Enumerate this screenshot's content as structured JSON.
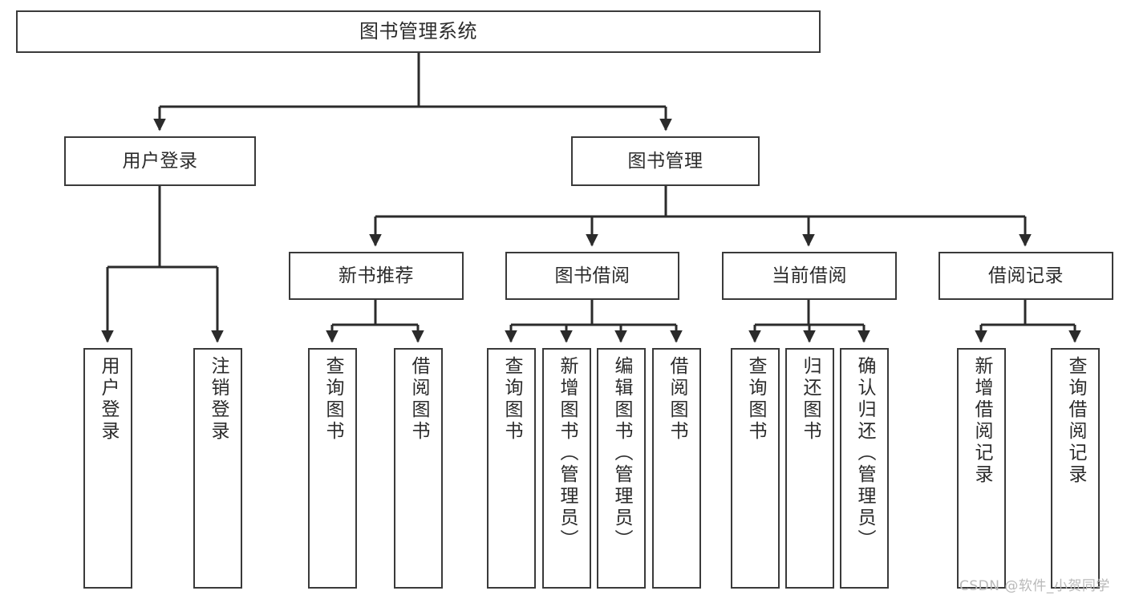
{
  "diagram": {
    "type": "tree-hierarchy-flowchart",
    "title": "图书管理系统",
    "watermark": "CSDN @软件_小贺同学",
    "colors": {
      "box_border": "#3a3a3a",
      "box_fill": "#ffffff",
      "text": "#2b2b2b",
      "edge": "#2b2b2b",
      "watermark": "#b9b9b9",
      "background": "#ffffff"
    },
    "levels": {
      "level1": [
        "图书管理系统"
      ],
      "level2": [
        "用户登录",
        "图书管理"
      ],
      "level3": [
        "新书推荐",
        "图书借阅",
        "当前借阅",
        "借阅记录"
      ],
      "level4": [
        "用户登录",
        "注销登录",
        "查询图书",
        "借阅图书",
        "查询图书",
        "新增图书（管理员）",
        "编辑图书（管理员）",
        "借阅图书",
        "查询图书",
        "归还图书",
        "确认归还（管理员）",
        "新增借阅记录",
        "查询借阅记录"
      ]
    },
    "nodes": {
      "root": {
        "label": "图书管理系统"
      },
      "user_login": {
        "label": "用户登录"
      },
      "book_manage": {
        "label": "图书管理"
      },
      "new_book_rec": {
        "label": "新书推荐"
      },
      "book_borrow": {
        "label": "图书借阅"
      },
      "current_borrow": {
        "label": "当前借阅"
      },
      "borrow_record": {
        "label": "借阅记录"
      },
      "leaf_user_login": {
        "label": "用户登录"
      },
      "leaf_logout": {
        "label": "注销登录"
      },
      "leaf_query_book_1": {
        "label": "查询图书"
      },
      "leaf_borrow_book_1": {
        "label": "借阅图书"
      },
      "leaf_query_book_2": {
        "label": "查询图书"
      },
      "leaf_add_book": {
        "label": "新增图书（管理员）"
      },
      "leaf_edit_book": {
        "label": "编辑图书（管理员）"
      },
      "leaf_borrow_book_2": {
        "label": "借阅图书"
      },
      "leaf_query_book_3": {
        "label": "查询图书"
      },
      "leaf_return_book": {
        "label": "归还图书"
      },
      "leaf_confirm_return": {
        "label": "确认归还（管理员）"
      },
      "leaf_add_record": {
        "label": "新增借阅记录"
      },
      "leaf_query_record": {
        "label": "查询借阅记录"
      }
    },
    "edges": [
      {
        "from": "root",
        "to": "user_login"
      },
      {
        "from": "root",
        "to": "book_manage"
      },
      {
        "from": "user_login",
        "to": "leaf_user_login"
      },
      {
        "from": "user_login",
        "to": "leaf_logout"
      },
      {
        "from": "book_manage",
        "to": "new_book_rec"
      },
      {
        "from": "book_manage",
        "to": "book_borrow"
      },
      {
        "from": "book_manage",
        "to": "current_borrow"
      },
      {
        "from": "book_manage",
        "to": "borrow_record"
      },
      {
        "from": "new_book_rec",
        "to": "leaf_query_book_1"
      },
      {
        "from": "new_book_rec",
        "to": "leaf_borrow_book_1"
      },
      {
        "from": "book_borrow",
        "to": "leaf_query_book_2"
      },
      {
        "from": "book_borrow",
        "to": "leaf_add_book"
      },
      {
        "from": "book_borrow",
        "to": "leaf_edit_book"
      },
      {
        "from": "book_borrow",
        "to": "leaf_borrow_book_2"
      },
      {
        "from": "current_borrow",
        "to": "leaf_query_book_3"
      },
      {
        "from": "current_borrow",
        "to": "leaf_return_book"
      },
      {
        "from": "current_borrow",
        "to": "leaf_confirm_return"
      },
      {
        "from": "borrow_record",
        "to": "leaf_add_record"
      },
      {
        "from": "borrow_record",
        "to": "leaf_query_record"
      }
    ]
  }
}
